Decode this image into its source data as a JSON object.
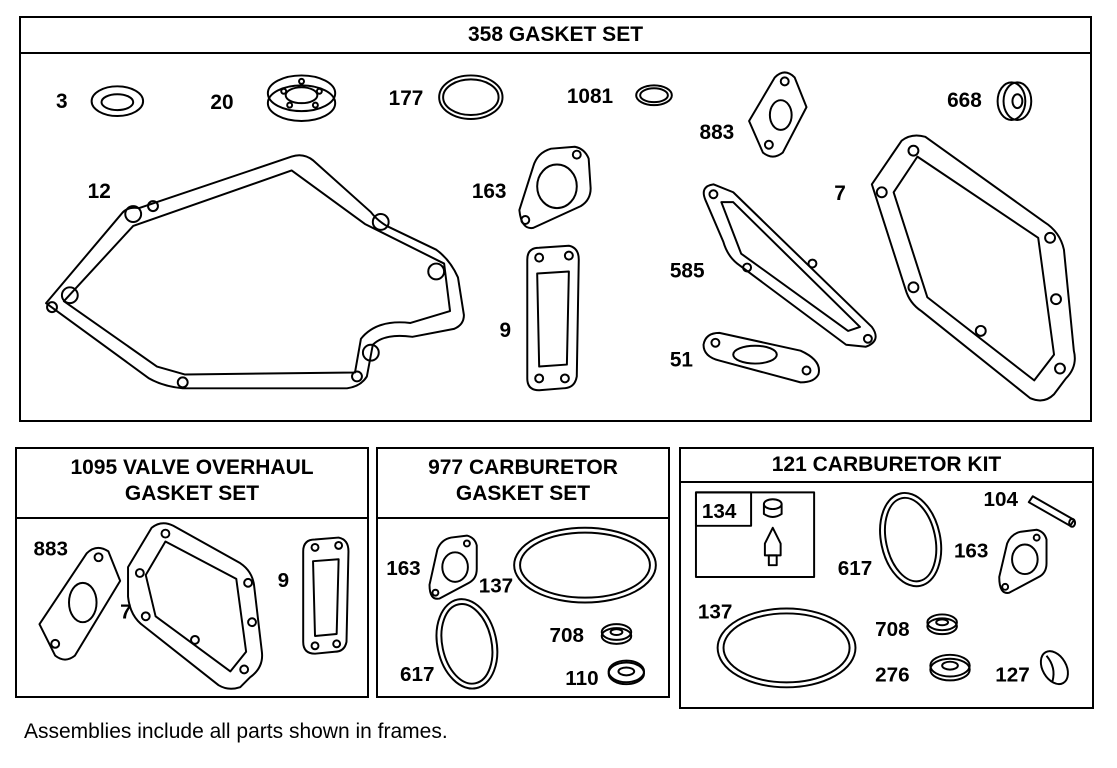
{
  "sets": {
    "gasket_set": {
      "title": "358 GASKET SET",
      "parts": {
        "p3": "3",
        "p20": "20",
        "p177": "177",
        "p1081": "1081",
        "p883": "883",
        "p668": "668",
        "p12": "12",
        "p163": "163",
        "p7": "7",
        "p585": "585",
        "p9": "9",
        "p51": "51"
      }
    },
    "valve_overhaul": {
      "title_line1": "1095 VALVE OVERHAUL",
      "title_line2": "GASKET SET",
      "parts": {
        "p883": "883",
        "p7": "7",
        "p9": "9"
      }
    },
    "carb_gasket": {
      "title_line1": "977 CARBURETOR",
      "title_line2": "GASKET SET",
      "parts": {
        "p163": "163",
        "p137": "137",
        "p708": "708",
        "p617": "617",
        "p110": "110"
      }
    },
    "carb_kit": {
      "title": "121 CARBURETOR KIT",
      "parts": {
        "p134": "134",
        "p104": "104",
        "p617": "617",
        "p163": "163",
        "p137": "137",
        "p708": "708",
        "p276": "276",
        "p127": "127"
      }
    }
  },
  "footnote": "Assemblies include all parts shown in frames."
}
